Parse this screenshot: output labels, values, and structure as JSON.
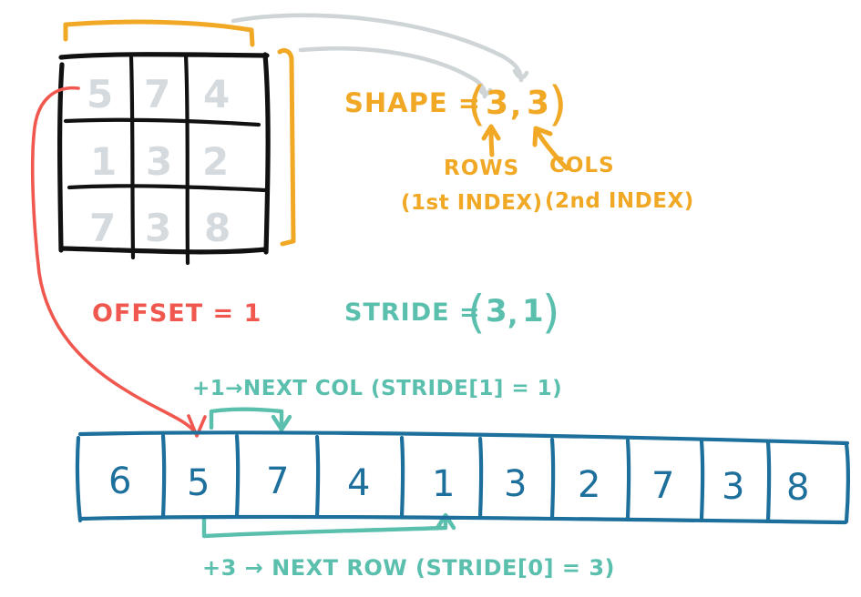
{
  "diagram": {
    "title_visible": false,
    "colors": {
      "matrix_grid": "#111111",
      "matrix_digits": "#d4dadd",
      "shape_orange": "#f0a825",
      "bracket_orange": "#f0a825",
      "gray_arrow": "#cfd4d6",
      "offset_red": "#f0584f",
      "stride_teal": "#5bbfae",
      "array_blue": "#1d6f9c"
    }
  },
  "matrix": {
    "name": "matrix-grid",
    "rows": [
      [
        "5",
        "7",
        "4"
      ],
      [
        "1",
        "3",
        "2"
      ],
      [
        "7",
        "3",
        "8"
      ]
    ]
  },
  "shape": {
    "label": "SHAPE =",
    "open_paren": "(",
    "rows_value": "3",
    "comma": ",",
    "cols_value": "3",
    "close_paren": ")",
    "rows_caption": "ROWS",
    "rows_sub": "(1st INDEX)",
    "cols_caption": "COLS",
    "cols_sub": "(2nd INDEX)"
  },
  "offset": {
    "label": "OFFSET = 1"
  },
  "stride": {
    "label": "STRIDE =",
    "open_paren": "(",
    "row_stride": "3",
    "comma": ",",
    "col_stride": "1",
    "close_paren": ")"
  },
  "next_col": {
    "label": "+1→NEXT COL (STRIDE[1] = 1)"
  },
  "next_row": {
    "label": "+3 → NEXT ROW   (STRIDE[0] = 3)"
  },
  "array": {
    "name": "flat-array-strip",
    "cells": [
      "6",
      "5",
      "7",
      "4",
      "1",
      "3",
      "2",
      "7",
      "3",
      "8"
    ]
  },
  "chart_data": {
    "type": "table",
    "title": "Row-major strides: 3x3 matrix mapped to flat buffer",
    "matrix_shape": [
      3,
      3
    ],
    "matrix_values": [
      [
        5,
        7,
        4
      ],
      [
        1,
        3,
        2
      ],
      [
        7,
        3,
        8
      ]
    ],
    "flat_buffer": [
      6,
      5,
      7,
      4,
      1,
      3,
      2,
      7,
      3,
      8
    ],
    "offset": 1,
    "strides": [
      3,
      1
    ],
    "annotations": [
      "SHAPE = (3, 3)",
      "ROWS (1st INDEX)",
      "COLS (2nd INDEX)",
      "OFFSET = 1",
      "STRIDE = (3, 1)",
      "+1→NEXT COL (STRIDE[1] = 1)",
      "+3 → NEXT ROW   (STRIDE[0] = 3)"
    ]
  }
}
